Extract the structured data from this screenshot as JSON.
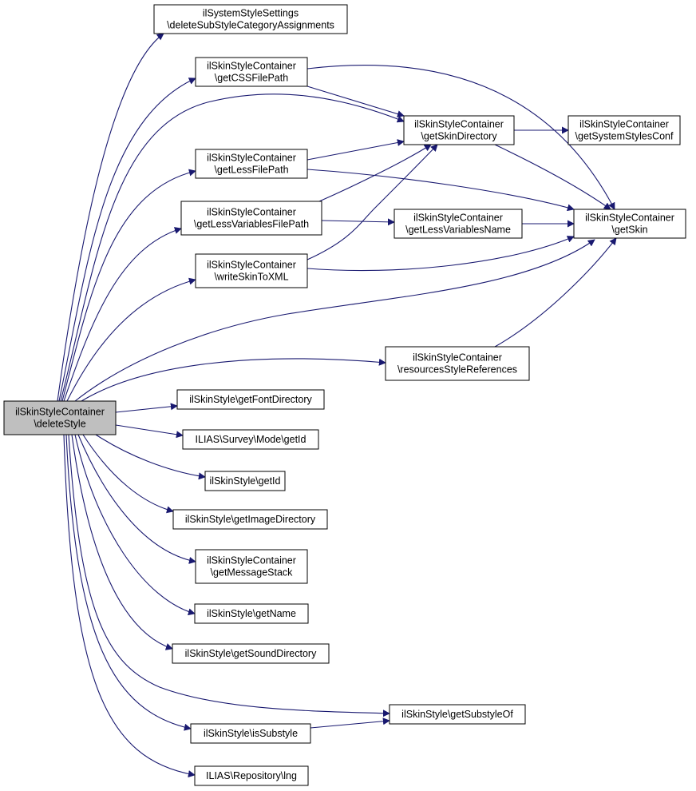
{
  "graph": {
    "edge_color": "#191970",
    "root_fill": "#bfbfbf",
    "nodes": [
      {
        "id": "root",
        "lines": [
          "ilSkinStyleContainer",
          "\\deleteStyle"
        ],
        "root": true
      },
      {
        "id": "sss_delete",
        "lines": [
          "ilSystemStyleSettings",
          "\\deleteSubStyleCategoryAssignments"
        ]
      },
      {
        "id": "getcss",
        "lines": [
          "ilSkinStyleContainer",
          "\\getCSSFilePath"
        ]
      },
      {
        "id": "getskindir",
        "lines": [
          "ilSkinStyleContainer",
          "\\getSkinDirectory"
        ]
      },
      {
        "id": "getsysconf",
        "lines": [
          "ilSkinStyleContainer",
          "\\getSystemStylesConf"
        ]
      },
      {
        "id": "getless",
        "lines": [
          "ilSkinStyleContainer",
          "\\getLessFilePath"
        ]
      },
      {
        "id": "getlessvar",
        "lines": [
          "ilSkinStyleContainer",
          "\\getLessVariablesFilePath"
        ]
      },
      {
        "id": "getlessvarname",
        "lines": [
          "ilSkinStyleContainer",
          "\\getLessVariablesName"
        ]
      },
      {
        "id": "getskin",
        "lines": [
          "ilSkinStyleContainer",
          "\\getSkin"
        ]
      },
      {
        "id": "writexml",
        "lines": [
          "ilSkinStyleContainer",
          "\\writeSkinToXML"
        ]
      },
      {
        "id": "resources",
        "lines": [
          "ilSkinStyleContainer",
          "\\resourcesStyleReferences"
        ]
      },
      {
        "id": "fontdir",
        "lines": [
          "ilSkinStyle\\getFontDirectory"
        ]
      },
      {
        "id": "surveyid",
        "lines": [
          "ILIAS\\Survey\\Mode\\getId"
        ]
      },
      {
        "id": "styleid",
        "lines": [
          "ilSkinStyle\\getId"
        ]
      },
      {
        "id": "imagedir",
        "lines": [
          "ilSkinStyle\\getImageDirectory"
        ]
      },
      {
        "id": "msgstack",
        "lines": [
          "ilSkinStyleContainer",
          "\\getMessageStack"
        ]
      },
      {
        "id": "getname",
        "lines": [
          "ilSkinStyle\\getName"
        ]
      },
      {
        "id": "sounddir",
        "lines": [
          "ilSkinStyle\\getSoundDirectory"
        ]
      },
      {
        "id": "substyleof",
        "lines": [
          "ilSkinStyle\\getSubstyleOf"
        ]
      },
      {
        "id": "issubstyle",
        "lines": [
          "ilSkinStyle\\isSubstyle"
        ]
      },
      {
        "id": "lng",
        "lines": [
          "ILIAS\\Repository\\lng"
        ]
      }
    ],
    "edges": [
      {
        "from": "root",
        "to": "sss_delete"
      },
      {
        "from": "root",
        "to": "getcss"
      },
      {
        "from": "root",
        "to": "getskindir"
      },
      {
        "from": "root",
        "to": "getless"
      },
      {
        "from": "root",
        "to": "getlessvar"
      },
      {
        "from": "root",
        "to": "writexml"
      },
      {
        "from": "root",
        "to": "getskin"
      },
      {
        "from": "root",
        "to": "resources"
      },
      {
        "from": "root",
        "to": "fontdir"
      },
      {
        "from": "root",
        "to": "surveyid"
      },
      {
        "from": "root",
        "to": "styleid"
      },
      {
        "from": "root",
        "to": "imagedir"
      },
      {
        "from": "root",
        "to": "msgstack"
      },
      {
        "from": "root",
        "to": "getname"
      },
      {
        "from": "root",
        "to": "sounddir"
      },
      {
        "from": "root",
        "to": "substyleof"
      },
      {
        "from": "root",
        "to": "issubstyle"
      },
      {
        "from": "root",
        "to": "lng"
      },
      {
        "from": "getcss",
        "to": "getskindir"
      },
      {
        "from": "getcss",
        "to": "getskin"
      },
      {
        "from": "getless",
        "to": "getskindir"
      },
      {
        "from": "getless",
        "to": "getskin"
      },
      {
        "from": "getlessvar",
        "to": "getskindir"
      },
      {
        "from": "getlessvar",
        "to": "getlessvarname"
      },
      {
        "from": "getlessvarname",
        "to": "getskin"
      },
      {
        "from": "writexml",
        "to": "getskindir"
      },
      {
        "from": "writexml",
        "to": "getskin"
      },
      {
        "from": "getskindir",
        "to": "getsysconf"
      },
      {
        "from": "getskindir",
        "to": "getskin"
      },
      {
        "from": "resources",
        "to": "getskin"
      },
      {
        "from": "issubstyle",
        "to": "substyleof"
      }
    ]
  }
}
